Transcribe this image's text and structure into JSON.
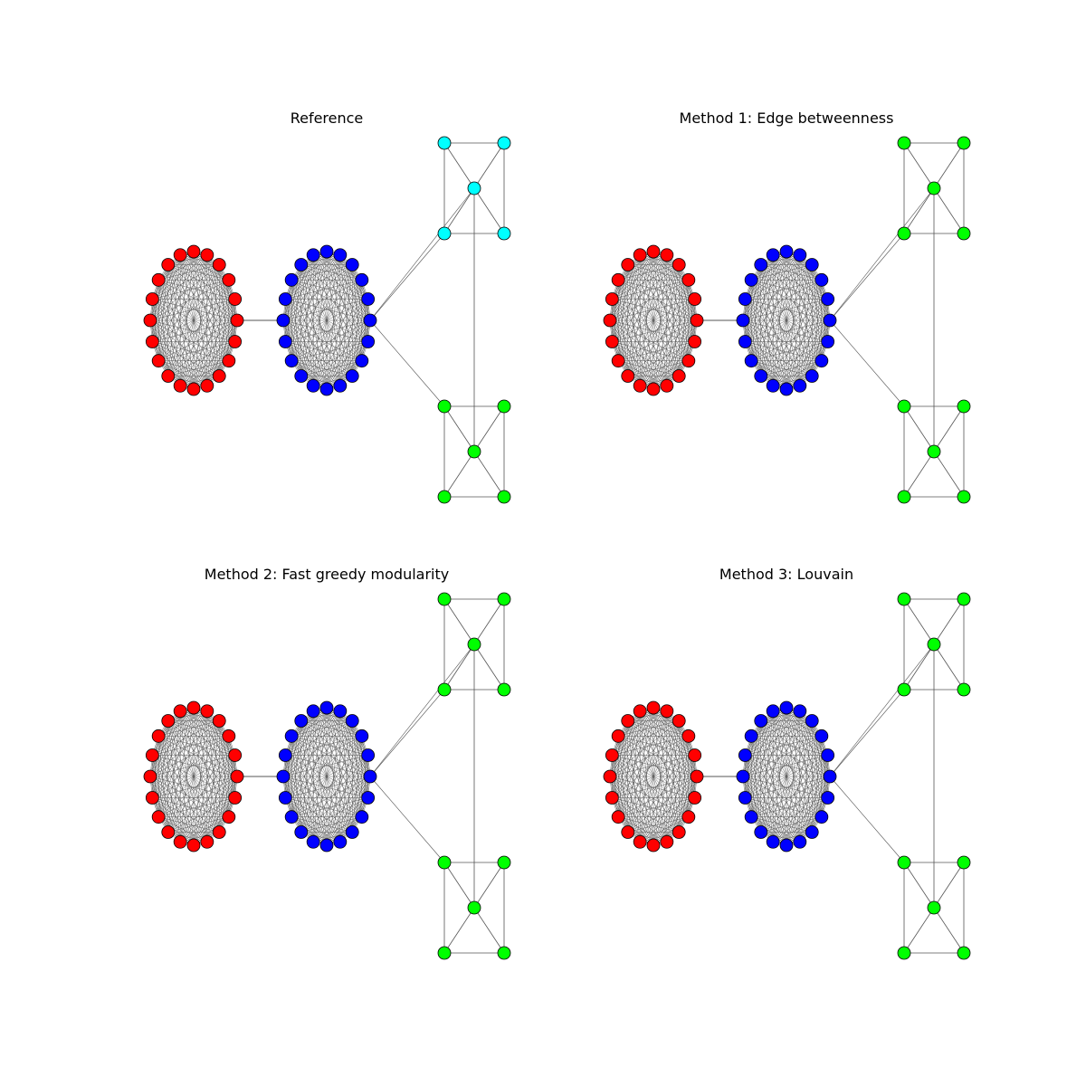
{
  "panels": [
    {
      "title": "Reference",
      "communities": {
        "ring_left": "#ff0000",
        "ring_right": "#0000ff",
        "tri_top": "#00ffff",
        "tri_bottom": "#00ff00"
      }
    },
    {
      "title": "Method 1: Edge betweenness",
      "communities": {
        "ring_left": "#ff0000",
        "ring_right": "#0000ff",
        "tri_top": "#00ff00",
        "tri_bottom": "#00ff00"
      }
    },
    {
      "title": "Method 2: Fast greedy modularity",
      "communities": {
        "ring_left": "#ff0000",
        "ring_right": "#0000ff",
        "tri_top": "#00ff00",
        "tri_bottom": "#00ff00"
      }
    },
    {
      "title": "Method 3: Louvain",
      "communities": {
        "ring_left": "#ff0000",
        "ring_right": "#0000ff",
        "tri_top": "#00ff00",
        "tri_bottom": "#00ff00"
      }
    }
  ],
  "graph": {
    "ring_nodes": 20,
    "ring_clique": true,
    "cluster_nodes": 5,
    "edge_color": "#555555",
    "node_outline": "#000000"
  }
}
